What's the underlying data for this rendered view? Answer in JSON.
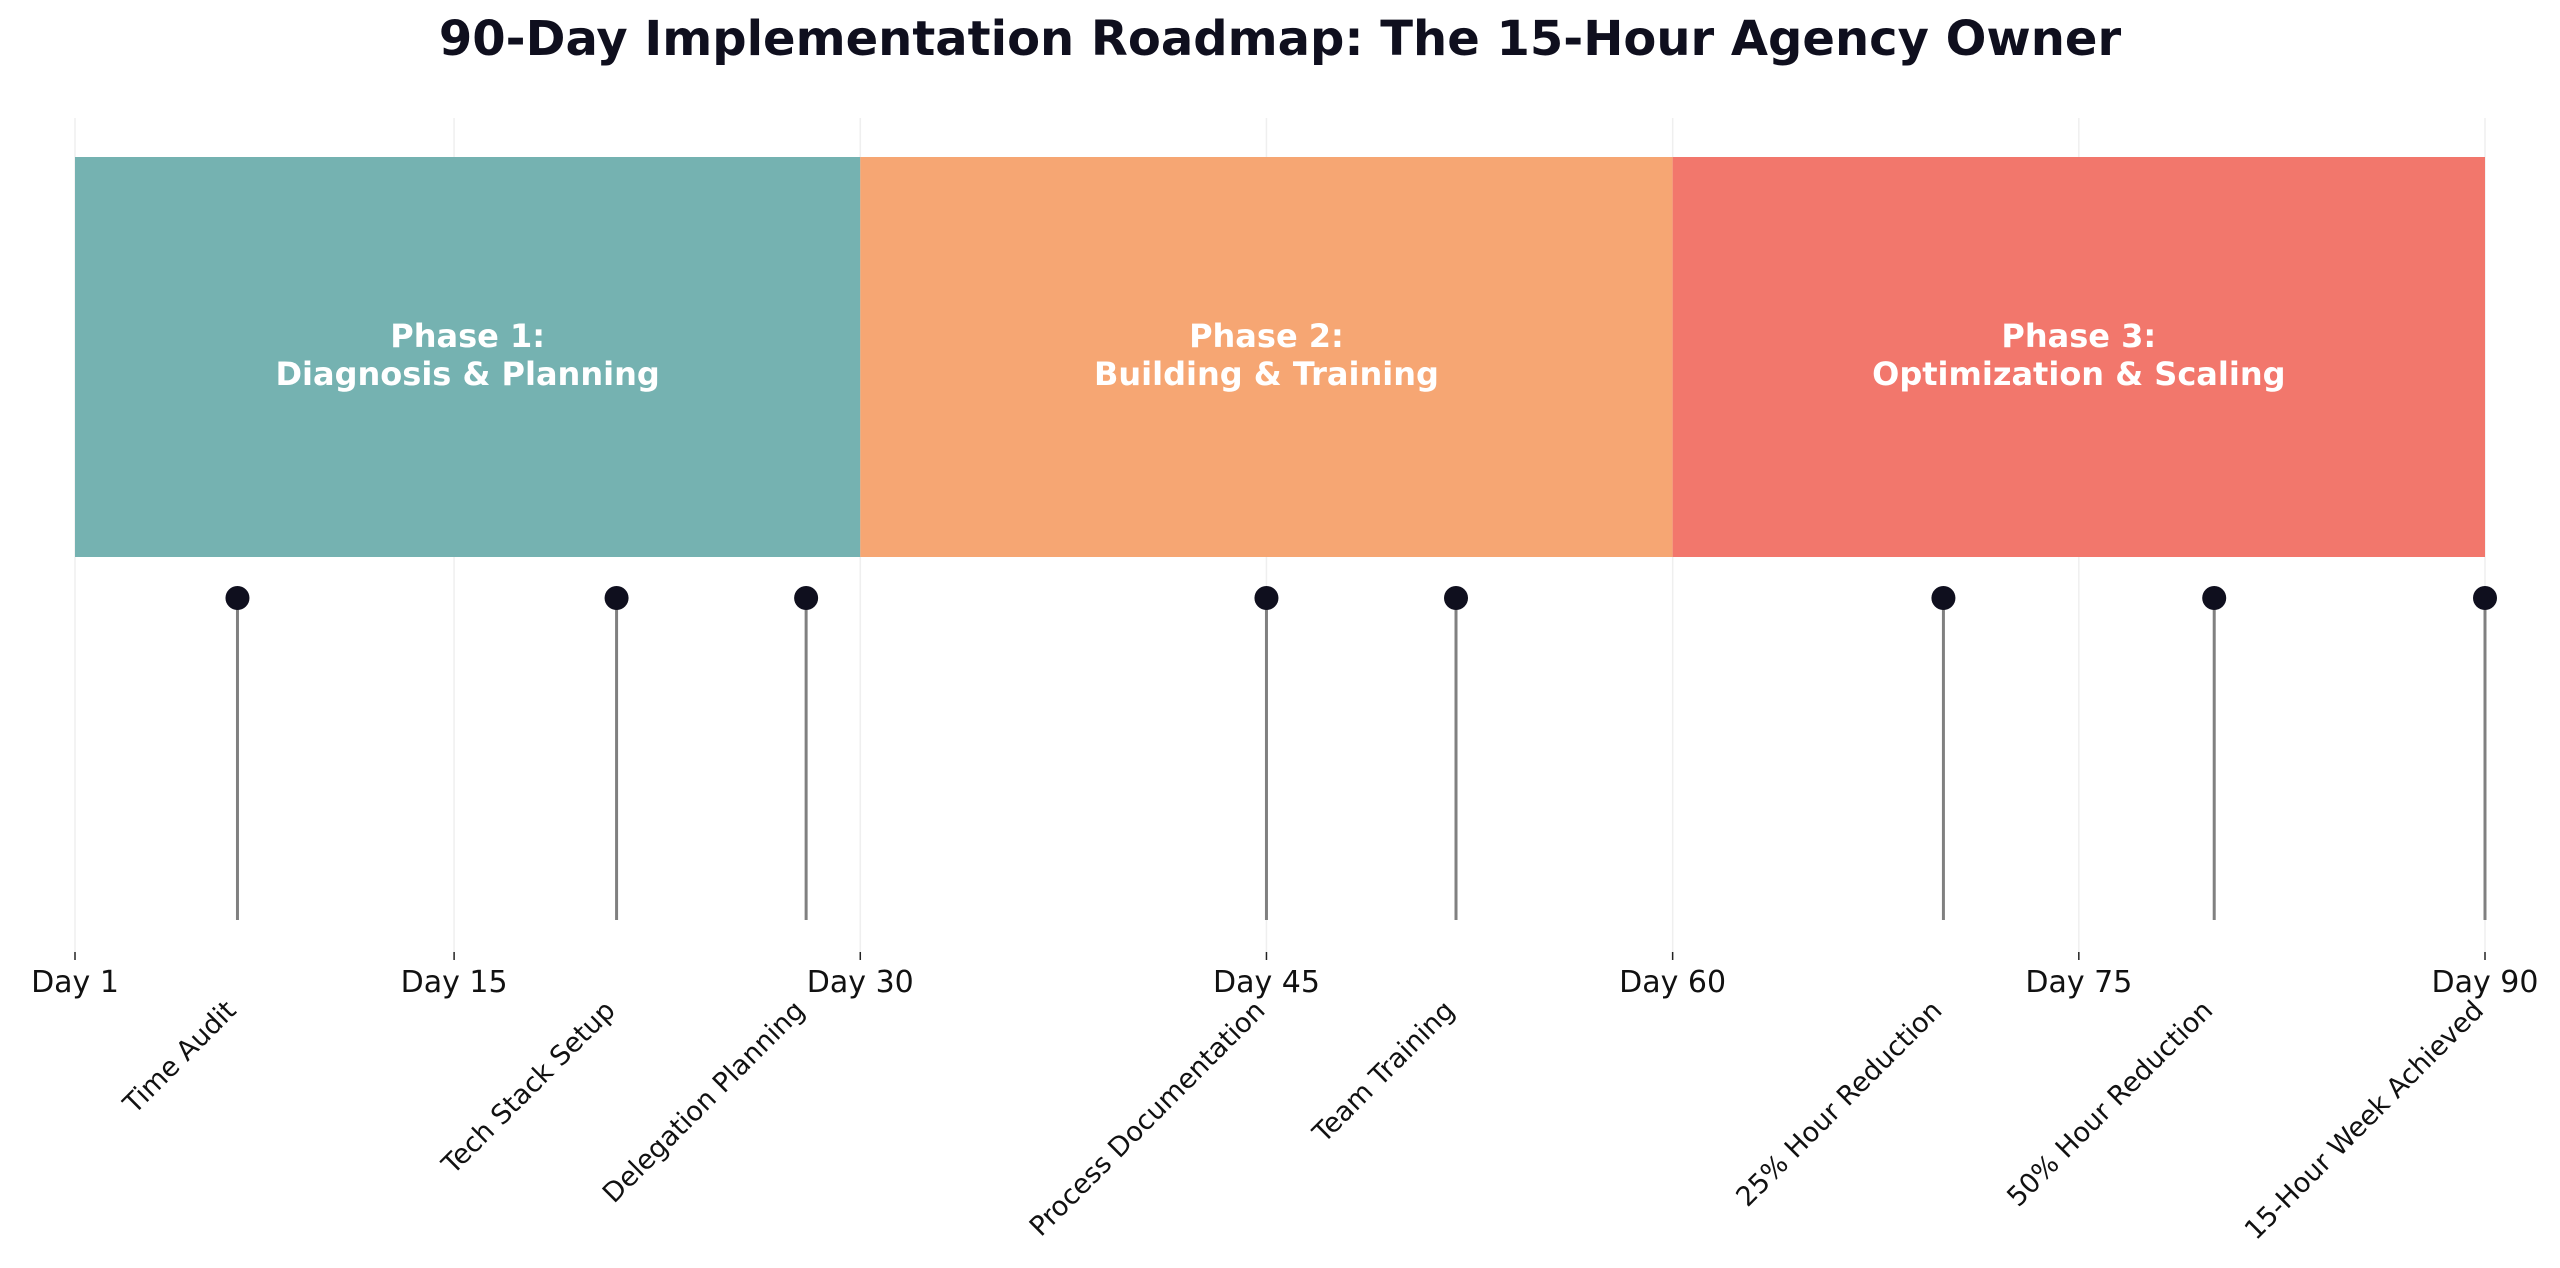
{
  "chart_data": {
    "type": "timeline",
    "title": "90-Day Implementation Roadmap: The 15-Hour Agency Owner",
    "xlim": [
      1,
      90
    ],
    "grid": true,
    "ticks": [
      {
        "day": 1,
        "label": "Day 1"
      },
      {
        "day": 15,
        "label": "Day 15"
      },
      {
        "day": 30,
        "label": "Day 30"
      },
      {
        "day": 45,
        "label": "Day 45"
      },
      {
        "day": 60,
        "label": "Day 60"
      },
      {
        "day": 75,
        "label": "Day 75"
      },
      {
        "day": 90,
        "label": "Day 90"
      }
    ],
    "phases": [
      {
        "start": 1,
        "end": 30,
        "line1": "Phase 1:",
        "line2": "Diagnosis & Planning",
        "color": "#75b2b1"
      },
      {
        "start": 30,
        "end": 60,
        "line1": "Phase 2:",
        "line2": "Building & Training",
        "color": "#f6a673"
      },
      {
        "start": 60,
        "end": 90,
        "line1": "Phase 3:",
        "line2": "Optimization & Scaling",
        "color": "#f2776c"
      }
    ],
    "milestones": [
      {
        "day": 7,
        "label": "Time Audit"
      },
      {
        "day": 21,
        "label": "Tech Stack Setup"
      },
      {
        "day": 28,
        "label": "Delegation Planning"
      },
      {
        "day": 45,
        "label": "Process Documentation"
      },
      {
        "day": 52,
        "label": "Team Training"
      },
      {
        "day": 70,
        "label": "25% Hour Reduction"
      },
      {
        "day": 80,
        "label": "50% Hour Reduction"
      },
      {
        "day": 90,
        "label": "15-Hour Week Achieved"
      }
    ],
    "colors": {
      "marker": "#0f0f1e",
      "stem": "#808080",
      "grid": "#efefef"
    }
  }
}
